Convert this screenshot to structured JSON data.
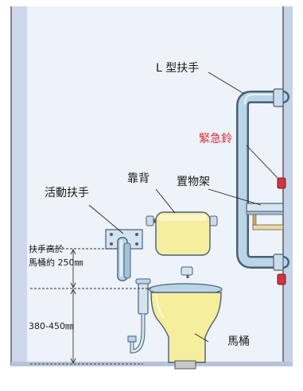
{
  "labels": {
    "l_handrail": "L 型扶手",
    "emergency_bell": "緊急鈴",
    "backrest": "靠背",
    "shelf": "置物架",
    "movable_handrail": "活動扶手",
    "handrail_height_line1": "扶手高於",
    "handrail_height_line2": "馬桶約 250㎜",
    "seat_height": "380-450㎜",
    "toilet": "馬桶"
  },
  "colors": {
    "wall_blue": "#c9d5ea",
    "wall_pale": "#eaf0f8",
    "rail_blue": "#b9d6e6",
    "rail_outline": "#4a5f78",
    "backrest_yellow": "#f5eea0",
    "toilet_yellow": "#f4ee9d",
    "bell_red": "#cf3440",
    "label_red": "#d8283a"
  },
  "icons": [
    "emergency-bell-icon",
    "toilet-icon",
    "backrest-icon",
    "l-handrail-icon",
    "movable-handrail-icon",
    "shelf-icon"
  ]
}
